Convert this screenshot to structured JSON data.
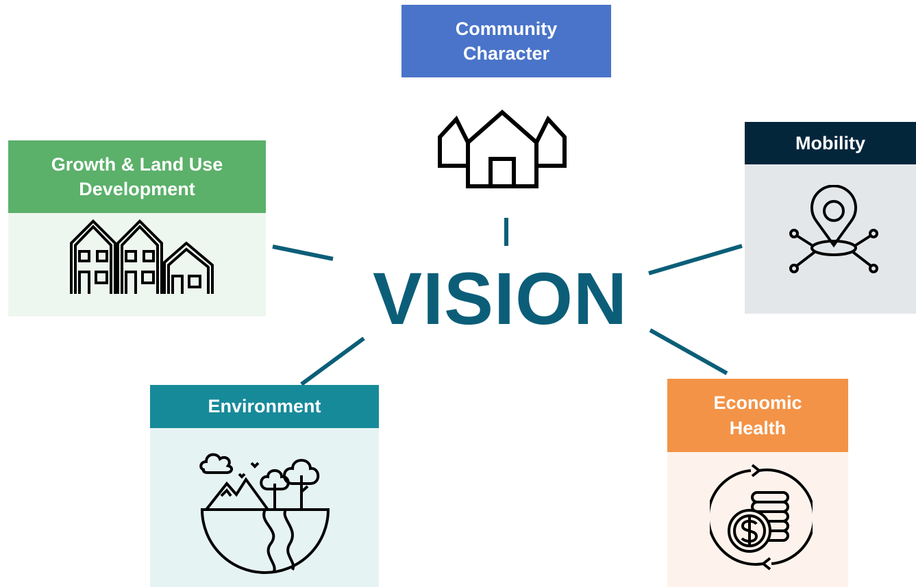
{
  "center": {
    "label": "VISION",
    "color": "#0c5e78"
  },
  "topics": {
    "community": {
      "label_lines": [
        "Community",
        "Character"
      ],
      "color": "#4a74c9",
      "icon": "houses-icon"
    },
    "growth": {
      "label_lines": [
        "Growth & Land Use",
        "Development"
      ],
      "color": "#5bb06a",
      "body_color": "#eef7ef",
      "icon": "townhouses-icon"
    },
    "mobility": {
      "label_lines": [
        "Mobility"
      ],
      "color": "#03263b",
      "body_color": "#e4e7ea",
      "icon": "location-network-icon"
    },
    "environment": {
      "label_lines": [
        "Environment"
      ],
      "color": "#178a99",
      "body_color": "#e6f3f3",
      "icon": "landscape-icon"
    },
    "economic": {
      "label_lines": [
        "Economic",
        "Health"
      ],
      "color": "#f39347",
      "body_color": "#fef3ec",
      "icon": "money-cycle-icon"
    }
  }
}
